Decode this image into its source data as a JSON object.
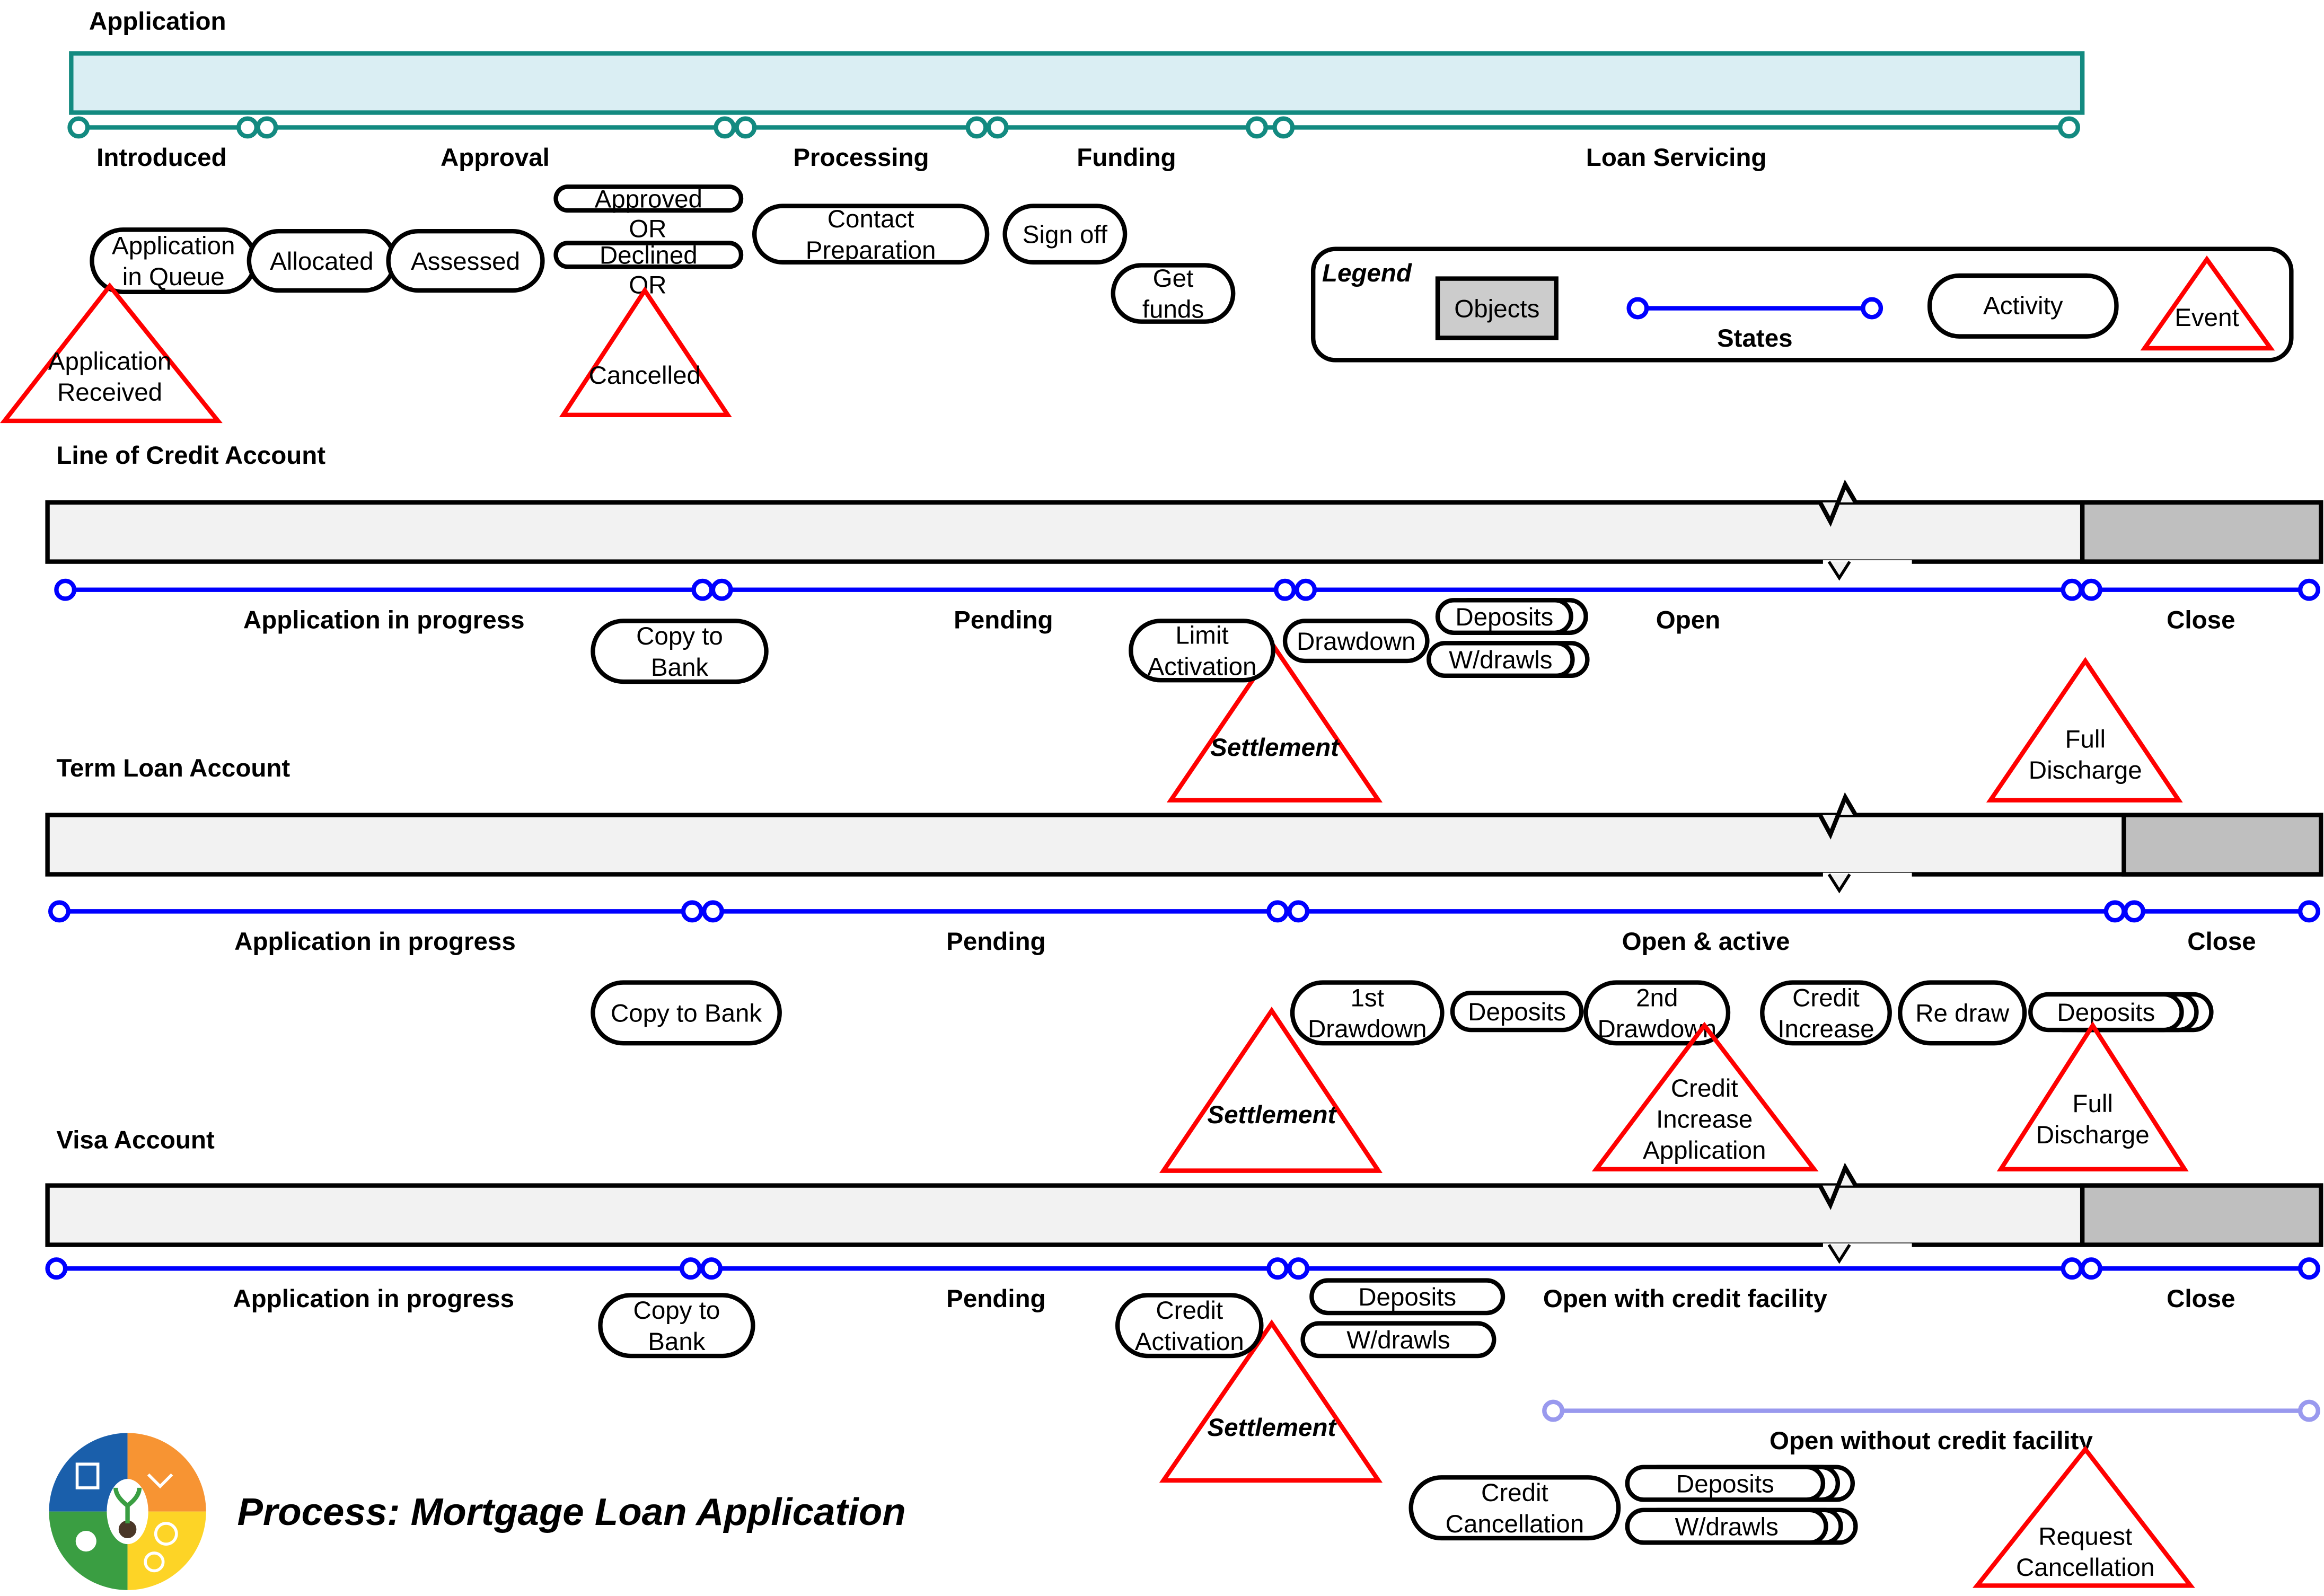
{
  "colors": {
    "application_fill": "#daeef3",
    "application_stroke": "#138a80",
    "state_line": "#0000ff",
    "state_line_light": "#9999ee",
    "event": "#ff0000",
    "bar_fill": "#f2f2f2",
    "bar_closed": "#bfbfbf"
  },
  "application": {
    "title": "Application",
    "states": [
      "Introduced",
      "Approval",
      "Processing",
      "Funding",
      "Loan Servicing"
    ],
    "activities": [
      {
        "lines": [
          "Application",
          "in Queue"
        ]
      },
      {
        "lines": [
          "Allocated"
        ]
      },
      {
        "lines": [
          "Assessed"
        ]
      },
      {
        "lines": [
          "Approved"
        ]
      },
      {
        "lines": [
          "Declined"
        ]
      },
      {
        "lines": [
          "Contact",
          "Preparation"
        ]
      },
      {
        "lines": [
          "Sign off"
        ]
      },
      {
        "lines": [
          "Get",
          "funds"
        ]
      }
    ],
    "connectors": [
      "OR",
      "OR"
    ],
    "events": [
      {
        "lines": [
          "Application",
          "Received"
        ]
      },
      {
        "lines": [
          "Cancelled"
        ]
      }
    ]
  },
  "legend": {
    "title": "Legend",
    "objects": "Objects",
    "states": "States",
    "activity": "Activity",
    "event": "Event"
  },
  "accounts": {
    "line_of_credit": {
      "title": "Line of Credit Account",
      "states": [
        "Application in progress",
        "Pending",
        "Open",
        "Close"
      ],
      "activities": [
        {
          "lines": [
            "Copy to",
            "Bank"
          ]
        },
        {
          "lines": [
            "Limit",
            "Activation"
          ]
        },
        {
          "lines": [
            "Drawdown"
          ]
        },
        {
          "lines": [
            "Deposits"
          ]
        },
        {
          "lines": [
            "W/drawls"
          ]
        }
      ],
      "events": [
        {
          "lines": [
            "Settlement"
          ]
        },
        {
          "lines": [
            "Full",
            "Discharge"
          ]
        }
      ]
    },
    "term_loan": {
      "title": "Term Loan Account",
      "states": [
        "Application in progress",
        "Pending",
        "Open & active",
        "Close"
      ],
      "activities": [
        {
          "lines": [
            "Copy to Bank"
          ]
        },
        {
          "lines": [
            "1st",
            "Drawdown"
          ]
        },
        {
          "lines": [
            "Deposits"
          ]
        },
        {
          "lines": [
            "2nd",
            "Drawdown"
          ]
        },
        {
          "lines": [
            "Credit",
            "Increase"
          ]
        },
        {
          "lines": [
            "Re draw"
          ]
        },
        {
          "lines": [
            "Deposits"
          ]
        }
      ],
      "events": [
        {
          "lines": [
            "Settlement"
          ]
        },
        {
          "lines": [
            "Credit",
            "Increase",
            "Application"
          ]
        },
        {
          "lines": [
            "Full",
            "Discharge"
          ]
        }
      ]
    },
    "visa": {
      "title": "Visa Account",
      "states": [
        "Application in progress",
        "Pending",
        "Open with credit facility",
        "Close",
        "Open without credit facility"
      ],
      "activities": [
        {
          "lines": [
            "Copy to",
            "Bank"
          ]
        },
        {
          "lines": [
            "Credit",
            "Activation"
          ]
        },
        {
          "lines": [
            "Deposits"
          ]
        },
        {
          "lines": [
            "W/drawls"
          ]
        },
        {
          "lines": [
            "Credit",
            "Cancellation"
          ]
        },
        {
          "lines": [
            "Deposits"
          ]
        },
        {
          "lines": [
            "W/drawls"
          ]
        }
      ],
      "events": [
        {
          "lines": [
            "Settlement"
          ]
        },
        {
          "lines": [
            "Request",
            "Cancellation"
          ]
        }
      ]
    }
  },
  "footer": {
    "title": "Process: Mortgage Loan Application",
    "logo_icons": [
      "book-icon",
      "handshake-icon",
      "head-icon",
      "gears-icon",
      "sprout-icon"
    ]
  }
}
